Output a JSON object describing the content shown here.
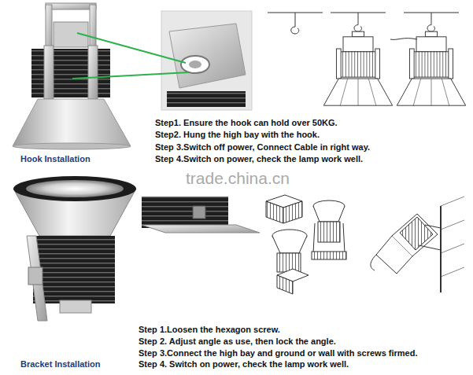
{
  "diagram": {
    "labels": [
      "Step1. Ensure the hook can hold over 50KG.",
      "Step2. Hung the high bay with the hook.",
      "Step 3.Switch off power, Connect Cable in right way.",
      "Step 4.Switch on power, check the lamp work well.",
      "Hook Installation",
      "trade.china.cn",
      "Step 1.Loosen the hexagon screw.",
      "Step 2. Adjust angle as use, then lock the angle.",
      "Step 3.Connect the high bay and ground or wall with screws firmed.",
      "Step 4. Switch on power, check the lamp work well.",
      "Bracket Installation"
    ]
  }
}
